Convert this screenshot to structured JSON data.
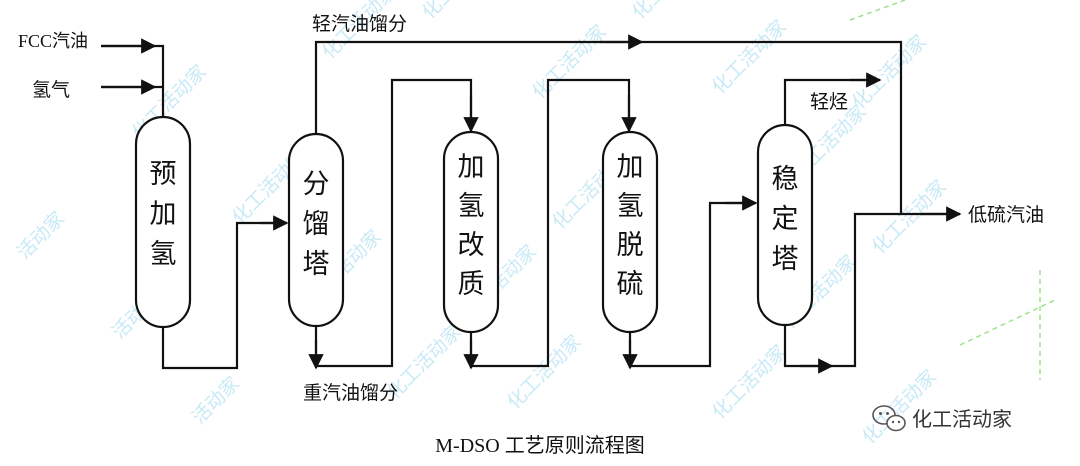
{
  "feeds": {
    "fcc_gasoline": "FCC汽油",
    "hydrogen": "氢气"
  },
  "vessels": [
    {
      "id": "prehydro",
      "chars": [
        "预",
        "加",
        "氢"
      ]
    },
    {
      "id": "splitter",
      "chars": [
        "分",
        "馏",
        "塔"
      ]
    },
    {
      "id": "upgrading",
      "chars": [
        "加",
        "氢",
        "改",
        "质"
      ]
    },
    {
      "id": "hds",
      "chars": [
        "加",
        "氢",
        "脱",
        "硫"
      ]
    },
    {
      "id": "stabilizer",
      "chars": [
        "稳",
        "定",
        "塔"
      ]
    }
  ],
  "streams": {
    "light_fraction": "轻汽油馏分",
    "heavy_fraction": "重汽油馏分",
    "light_hydrocarbons": "轻烃",
    "product": "低硫汽油"
  },
  "caption": "M-DSO 工艺原则流程图",
  "watermark": {
    "text": "化工活动家",
    "partial_text": "活动家",
    "color": "#bfe6f5"
  },
  "logo": {
    "text": "化工活动家"
  }
}
